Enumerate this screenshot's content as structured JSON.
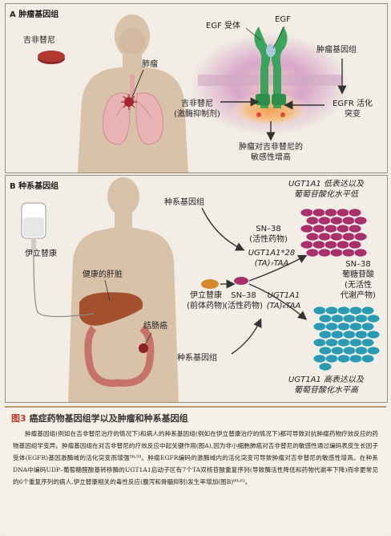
{
  "panel_a": {
    "label": "A  肿瘤基因组",
    "gefitinib_pill": "吉非替尼",
    "lung_tumor": "肺瘤",
    "egf_receptor": "EGF 受体",
    "egf": "EGF",
    "tumor_genome": "肿瘤基因组",
    "drug_line1": "吉非替尼",
    "drug_line2": "(激酶抑制剂)",
    "egfr_line1": "EGFR 活化",
    "egfr_line2": "突变",
    "result_line1": "肿瘤对吉非替尼的",
    "result_line2": "敏感性增高"
  },
  "panel_b": {
    "label": "B  种系基因组",
    "irinotecan": "伊立替康",
    "healthy_liver": "健康的肝脏",
    "colon_cancer": "结肠癌",
    "germline_top": "种系基因组",
    "germline_bottom": "种系基因组",
    "low_expr_line1": "UGT1A1 低表达以及",
    "low_expr_line2": "葡萄苷酸化水平低",
    "sn38_top_line1": "SN–38",
    "sn38_top_line2": "(活性药物)",
    "allele28_line1": "UGT1A1*28",
    "allele28_line2": "(TA)₇TAA",
    "prodrug_line1": "伊立替康",
    "prodrug_line2": "(前体药物)",
    "sn38_mid_line1": "SN–38",
    "sn38_mid_line2": "(活性药物)",
    "allele_wt_line1": "UGT1A1",
    "allele_wt_line2": "(TA)₆TAA",
    "glucuronide_line1": "SN–38",
    "glucuronide_line2": "葡糖苷酸",
    "glucuronide_line3": "(无活性",
    "glucuronide_line4": "代谢产物)",
    "high_expr_line1": "UGT1A1 高表达以及",
    "high_expr_line2": "葡萄苷酸化水平高"
  },
  "caption": {
    "fig": "图3",
    "title": "癌症药物基因组学以及肿瘤和种系基因组",
    "body": "肿瘤基因组(例如在吉非替尼治疗的情况下)和病人的种系基因组(例如在伊立替康治疗的情况下)都可导致对抗肿瘤药物疗效反应的药物基因组学变异。肿瘤基因组在对吉非替尼的疗效反应中起关键作用(图A),因为非小细胞肺癌对吉非替尼的敏感性通过编码表皮生长因子受体(EGFR)基因激酶域的活化突变而增强⁵⁸˒⁵⁹。肿瘤EGFR编码的激酶域内的活化突变可导致肿瘤对吉非替尼的敏感性增高。在种系DNA中编码UDP–葡萄糖醛酸基转移酶的UGT1A1启动子区有7个TA双核苷酸重复序列(导致酶活性降低和药物代谢率下降)而非更常见的6个重复序列的病人,伊立替康相关的毒性反应(腹泻和骨髓抑制)发生率增加(图B)⁶⁰˒⁶¹。"
  },
  "colors": {
    "frame": "#9a8f7d",
    "receptor": "#3aa35c",
    "sn38_active": "#a8316b",
    "glucuronide": "#2a9bb0",
    "pill": "#b23a33",
    "prodrug": "#d48a2a",
    "caption_fig": "#c0392b"
  },
  "icons": [
    "pill-icon",
    "human-body-icon",
    "lungs-icon",
    "egf-receptor-icon",
    "iv-bag-icon",
    "liver-icon",
    "colon-icon",
    "molecule-icon"
  ]
}
